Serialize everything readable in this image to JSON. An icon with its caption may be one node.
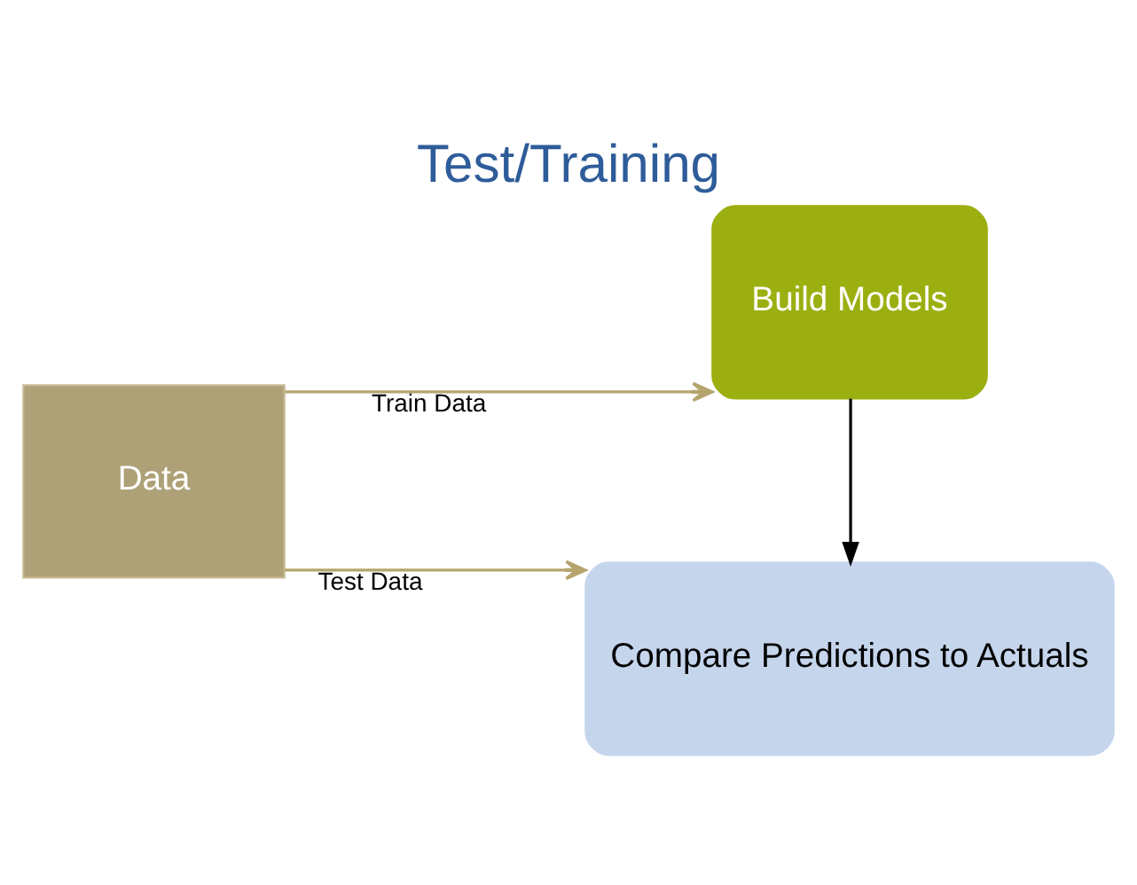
{
  "diagram": {
    "title": "Test/Training",
    "nodes": [
      {
        "text": [
          "Data"
        ]
      },
      {
        "text": [
          "Build Models"
        ]
      },
      {
        "text": [
          "Compare Predictions to Actuals"
        ]
      }
    ],
    "edges": [
      {
        "from": 0,
        "to": 1,
        "arrow": "to",
        "label": "Train Data"
      },
      {
        "from": 0,
        "to": 2,
        "arrow": "to",
        "label": "Test Data"
      },
      {
        "from": 1,
        "to": 2,
        "arrow": "to",
        "color": "#000000"
      }
    ]
  }
}
